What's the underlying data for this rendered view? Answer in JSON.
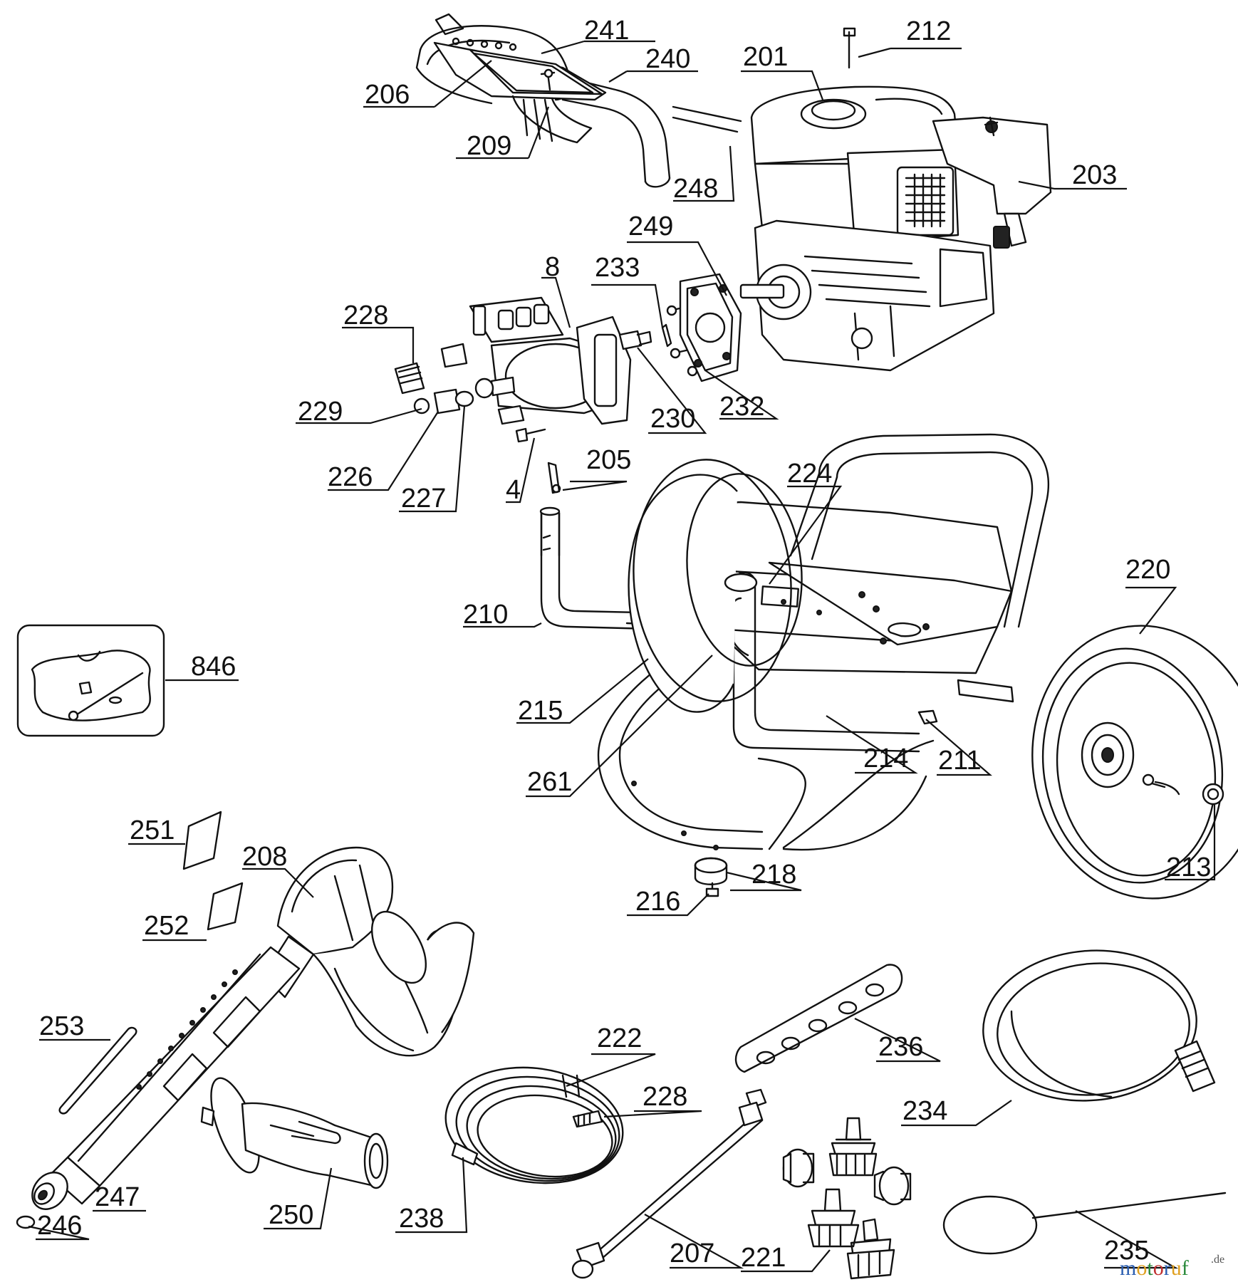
{
  "diagram": {
    "callouts": {
      "c241": "241",
      "c240": "240",
      "c206": "206",
      "c209": "209",
      "c212": "212",
      "c201": "201",
      "c203": "203",
      "c248": "248",
      "c249": "249",
      "c8": "8",
      "c233": "233",
      "c228a": "228",
      "c229": "229",
      "c226": "226",
      "c227": "227",
      "c4": "4",
      "c230": "230",
      "c232": "232",
      "c205": "205",
      "c224": "224",
      "c220": "220",
      "c210": "210",
      "c846": "846",
      "c215": "215",
      "c261": "261",
      "c214": "214",
      "c211": "211",
      "c213": "213",
      "c218": "218",
      "c216": "216",
      "c251": "251",
      "c208": "208",
      "c252": "252",
      "c253": "253",
      "c247": "247",
      "c246": "246",
      "c250": "250",
      "c222": "222",
      "c228b": "228",
      "c238": "238",
      "c207": "207",
      "c221": "221",
      "c236": "236",
      "c234": "234",
      "c235": "235"
    },
    "watermark": {
      "brand": "motoruf",
      "tld": ".de",
      "colors": [
        "#2a5db0",
        "#e0a020",
        "#2a8a3a",
        "#c03030"
      ]
    }
  }
}
